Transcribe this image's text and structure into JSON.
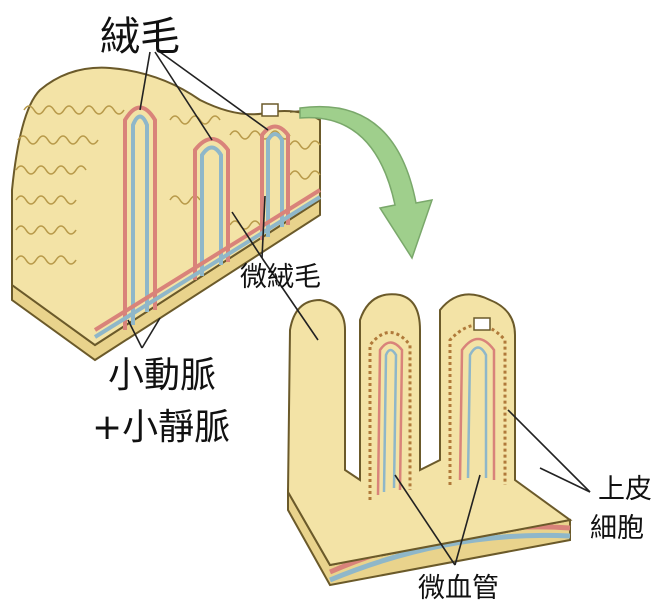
{
  "labels": {
    "villi": "絨毛",
    "microvilli": "微絨毛",
    "arteriole": "小動脈",
    "venule": "+小靜脈",
    "epithelial_line1": "上皮",
    "epithelial_line2": "細胞",
    "capillary": "微血管"
  },
  "colors": {
    "tissue": "#f3e3a6",
    "tissue_dark": "#e2c97a",
    "outline": "#6b5a2a",
    "artery": "#d9837a",
    "vein": "#8fb7c9",
    "arrow": "#9fcf8c"
  }
}
